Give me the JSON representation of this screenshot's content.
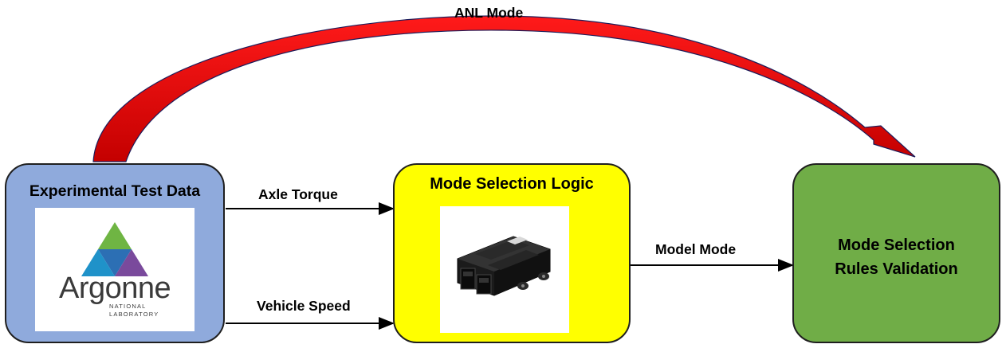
{
  "diagram": {
    "nodes": {
      "experimental": {
        "title": "Experimental Test Data",
        "logo": {
          "icon": "argonne-triangle-logo",
          "wordmark": "Argonne",
          "subtitle_line1": "NATIONAL",
          "subtitle_line2": "LABORATORY"
        },
        "color": "#8faadc"
      },
      "mode_selection": {
        "title": "Mode Selection Logic",
        "icon": "controller-ecu-icon",
        "color": "#ffff00"
      },
      "validation": {
        "title_line1": "Mode Selection",
        "title_line2": "Rules Validation",
        "color": "#70ad47"
      }
    },
    "edges": {
      "axle_torque": "Axle Torque",
      "vehicle_speed": "Vehicle Speed",
      "model_mode": "Model Mode",
      "anl_mode": "ANL Mode"
    },
    "arc_color": "#ff0000"
  }
}
